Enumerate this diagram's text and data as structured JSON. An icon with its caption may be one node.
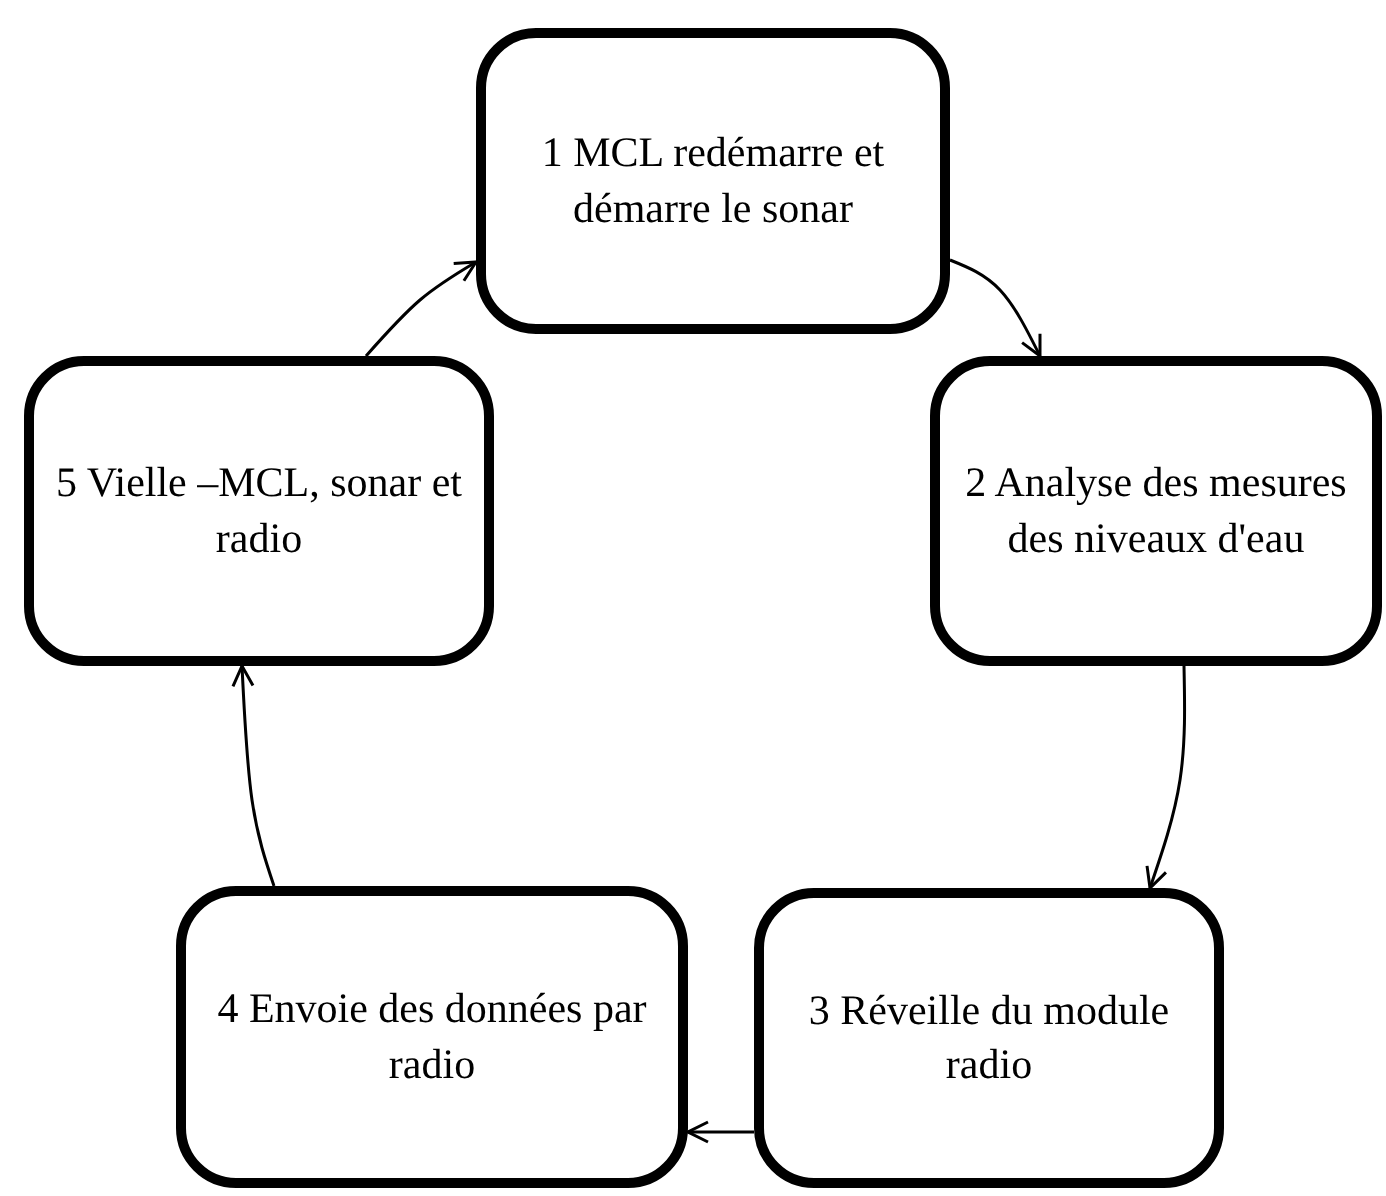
{
  "diagram": {
    "nodes": [
      {
        "text": [
          "1 MCL redémarre et démarre le sonar"
        ]
      },
      {
        "text": [
          "2 Analyse des mesures des niveaux d'eau"
        ]
      },
      {
        "text": [
          "3 Réveille du module radio"
        ]
      },
      {
        "text": [
          "4 Envoie des données par radio"
        ]
      },
      {
        "text": [
          "5 Vielle –MCL, sonar et radio"
        ]
      }
    ],
    "edges": [
      {
        "from": 0,
        "to": 1,
        "arrow": "to"
      },
      {
        "from": 1,
        "to": 2,
        "arrow": "to"
      },
      {
        "from": 2,
        "to": 3,
        "arrow": "to"
      },
      {
        "from": 3,
        "to": 4,
        "arrow": "to"
      },
      {
        "from": 4,
        "to": 0,
        "arrow": "to"
      }
    ]
  }
}
